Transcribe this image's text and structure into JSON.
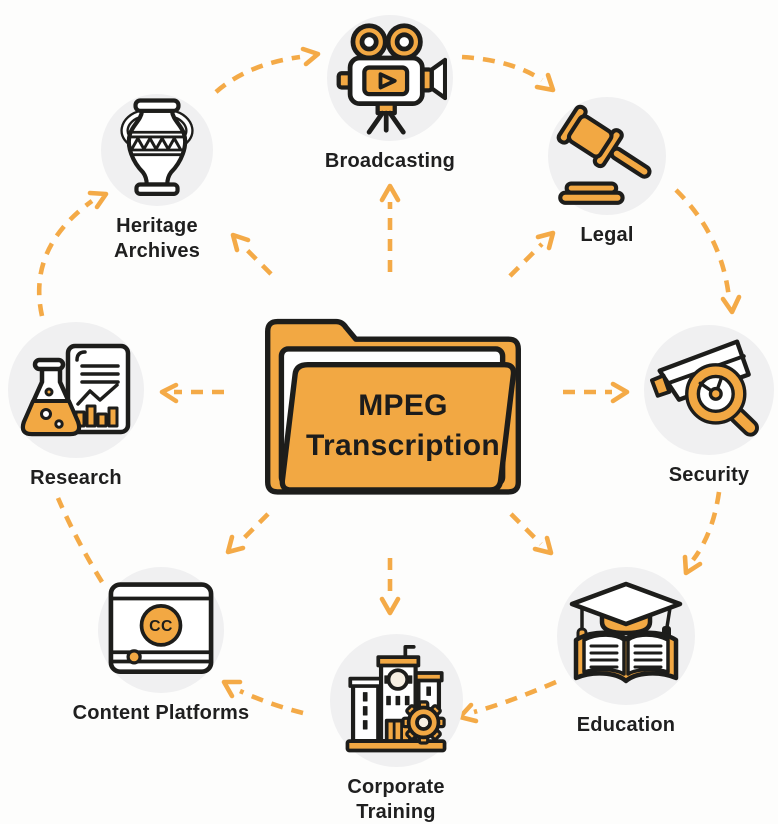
{
  "title": "MPEG Transcription use-case diagram",
  "center": {
    "line1": "MPEG",
    "line2": "Transcription",
    "icon": "open-folder-icon"
  },
  "nodes": [
    {
      "id": "broadcasting",
      "label": "Broadcasting",
      "icon": "video-camera-icon"
    },
    {
      "id": "legal",
      "label": "Legal",
      "icon": "gavel-icon"
    },
    {
      "id": "security",
      "label": "Security",
      "icon": "cctv-magnifier-icon"
    },
    {
      "id": "education",
      "label": "Education",
      "icon": "graduation-book-icon"
    },
    {
      "id": "corporate-training",
      "label": "Corporate Training",
      "icon": "building-gear-icon"
    },
    {
      "id": "content-platforms",
      "label": "Content Platforms",
      "icon": "cc-player-icon",
      "icon_text": "CC"
    },
    {
      "id": "research",
      "label": "Research",
      "icon": "flask-chart-icon"
    },
    {
      "id": "heritage-archives",
      "label": "Heritage Archives",
      "icon": "amphora-icon"
    }
  ],
  "connectors": {
    "style": "dashed orange arrows",
    "radial_from_center_to": [
      "Broadcasting",
      "Legal",
      "Security",
      "Education",
      "Corporate Training",
      "Content Platforms",
      "Research",
      "Heritage Archives"
    ],
    "ring_clockwise": [
      {
        "from": "Heritage Archives",
        "to": "Broadcasting",
        "arrowhead": true
      },
      {
        "from": "Broadcasting",
        "to": "Legal",
        "arrowhead": true
      },
      {
        "from": "Legal",
        "to": "Security",
        "arrowhead": true
      },
      {
        "from": "Security",
        "to": "Education",
        "arrowhead": true
      },
      {
        "from": "Education",
        "to": "Corporate Training",
        "arrowhead": true
      },
      {
        "from": "Corporate Training",
        "to": "Content Platforms",
        "arrowhead": true
      },
      {
        "from": "Content Platforms",
        "to": "Research",
        "arrowhead": false
      },
      {
        "from": "Research",
        "to": "Heritage Archives",
        "arrowhead": true
      }
    ]
  },
  "colors": {
    "accent_orange": "#F2A843",
    "arrow_orange": "#F4AA47",
    "outline_black": "#1D1D1B",
    "node_circle_gray": "#F0F0F1",
    "background": "#FDFDFC",
    "text": "#1F1F1F"
  }
}
